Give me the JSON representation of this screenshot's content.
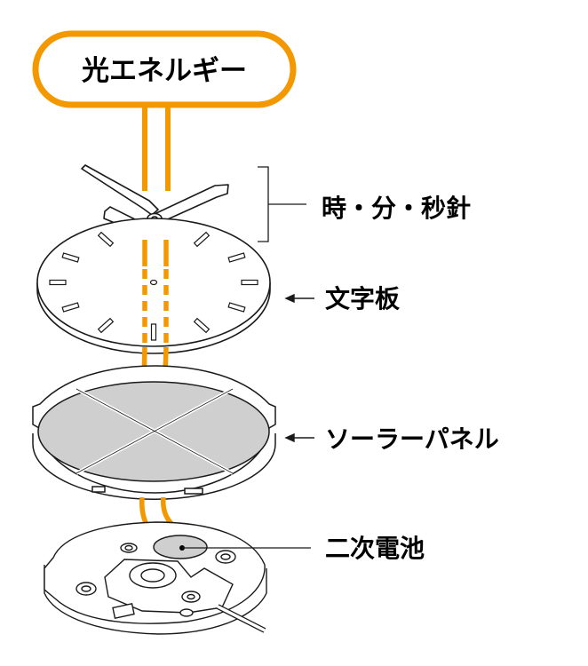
{
  "title": "光エネルギー",
  "labels": {
    "hands": "時・分・秒針",
    "dial": "文字板",
    "solar_panel": "ソーラーパネル",
    "battery": "二次電池"
  },
  "colors": {
    "accent": "#F39800",
    "line": "#1a1a1a",
    "panel_fill": "#cfcfcf",
    "background": "#ffffff"
  }
}
